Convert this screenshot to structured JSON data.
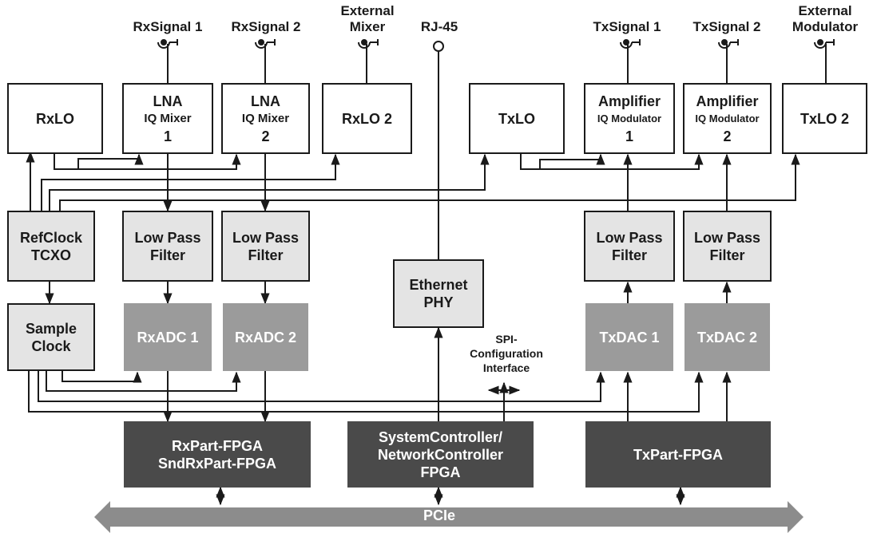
{
  "antennas": {
    "rx_signal_1": "RxSignal 1",
    "rx_signal_2": "RxSignal 2",
    "external_mixer_1": "External",
    "external_mixer_2": "Mixer",
    "rj45": "RJ-45",
    "tx_signal_1": "TxSignal 1",
    "tx_signal_2": "TxSignal 2",
    "external_modulator_1": "External",
    "external_modulator_2": "Modulator"
  },
  "rf": {
    "rxlo": "RxLO",
    "lna1_l1": "LNA",
    "lna1_l2": "IQ Mixer",
    "lna1_l3": "1",
    "lna2_l1": "LNA",
    "lna2_l2": "IQ Mixer",
    "lna2_l3": "2",
    "rxlo2": "RxLO 2",
    "txlo": "TxLO",
    "amp1_l1": "Amplifier",
    "amp1_l2": "IQ Modulator",
    "amp1_l3": "1",
    "amp2_l1": "Amplifier",
    "amp2_l2": "IQ Modulator",
    "amp2_l3": "2",
    "txlo2": "TxLO 2"
  },
  "mid": {
    "refclock_l1": "RefClock",
    "refclock_l2": "TCXO",
    "lpf_l1": "Low Pass",
    "lpf_l2": "Filter",
    "ethernet_l1": "Ethernet",
    "ethernet_l2": "PHY",
    "sample_l1": "Sample",
    "sample_l2": "Clock",
    "rxadc1": "RxADC 1",
    "rxadc2": "RxADC 2",
    "txdac1": "TxDAC 1",
    "txdac2": "TxDAC 2",
    "spi_l1": "SPI-",
    "spi_l2": "Configuration",
    "spi_l3": "Interface"
  },
  "fpga": {
    "rx_l1": "RxPart-FPGA",
    "rx_l2": "SndRxPart-FPGA",
    "sys_l1": "SystemController/",
    "sys_l2": "NetworkController",
    "sys_l3": "FPGA",
    "tx": "TxPart-FPGA"
  },
  "bus": {
    "pcie": "PCIe"
  },
  "colors": {
    "line": "#1a1a1a",
    "light_box": "#e4e4e4",
    "adc_box": "#9b9b9b",
    "fpga_box": "#4a4a4a",
    "bus": "#8c8c8c"
  }
}
